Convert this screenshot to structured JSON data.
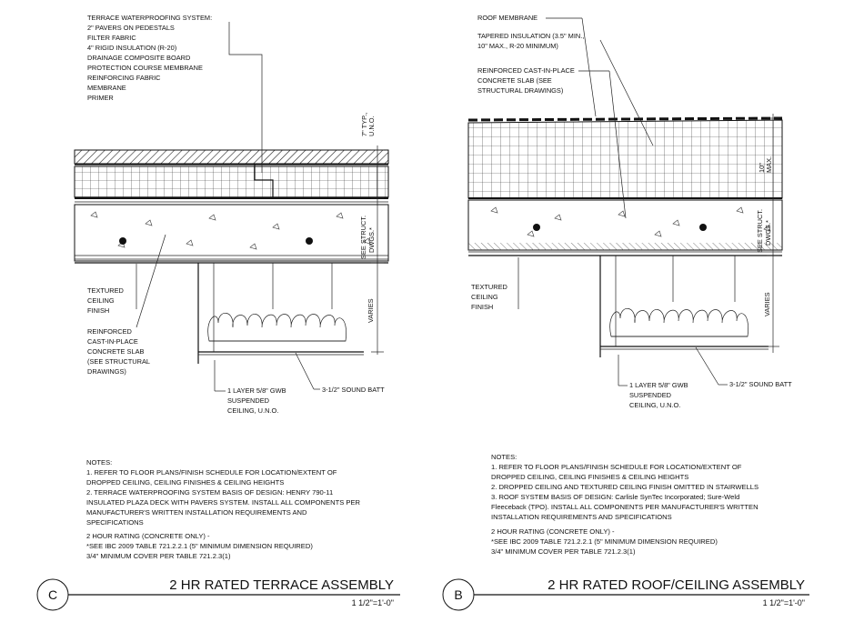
{
  "detail_c": {
    "terrace_labels": [
      "TERRACE WATERPROOFING SYSTEM:",
      "2\" PAVERS ON PEDESTALS",
      "FILTER FABRIC",
      "4\" RIGID INSULATION (R-20)",
      "DRAINAGE COMPOSITE BOARD",
      "PROTECTION COURSE MEMBRANE",
      "REINFORCING FABRIC",
      "MEMBRANE",
      "PRIMER"
    ],
    "dim_top": [
      "7\" TYP.,",
      "U.N.O."
    ],
    "dim_mid": [
      "SEE STRUCT.",
      "DWGS.*"
    ],
    "dim_bottom": "VARIES",
    "ceiling_finish": [
      "TEXTURED",
      "CEILING",
      "FINISH"
    ],
    "slab_label": [
      "REINFORCED",
      "CAST-IN-PLACE",
      "CONCRETE SLAB",
      "(SEE STRUCTURAL",
      "DRAWINGS)"
    ],
    "gwb_label": [
      "1 LAYER 5/8\" GWB",
      "SUSPENDED",
      "CEILING, U.N.O."
    ],
    "batt_label": "3-1/2\" SOUND BATT",
    "notes_title": "NOTES:",
    "notes": [
      "1.  REFER TO FLOOR PLANS/FINISH SCHEDULE FOR LOCATION/EXTENT OF",
      "DROPPED CEILING, CEILING FINISHES & CEILING HEIGHTS",
      "2.  TERRACE WATERPROOFING SYSTEM BASIS OF DESIGN: HENRY 790-11",
      "INSULATED PLAZA DECK WITH PAVERS SYSTEM.  INSTALL ALL COMPONENTS PER",
      "MANUFACTURER'S WRITTEN INSTALLATION REQUIREMENTS AND",
      "SPECIFICATIONS"
    ],
    "rating": [
      "2 HOUR RATING  (CONCRETE ONLY) -",
      "*SEE IBC 2009 TABLE 721.2.2.1 (5\" MINIMUM DIMENSION REQUIRED)",
      "3/4\" MINIMUM COVER PER TABLE 721.2.3(1)"
    ],
    "tag": "C",
    "title": "2 HR RATED TERRACE ASSEMBLY",
    "scale": "1 1/2\"=1'-0\""
  },
  "detail_b": {
    "roof_membrane": "ROOF MEMBRANE",
    "tapered": [
      "TAPERED INSULATION (3.5\" MIN.,",
      "10\" MAX., R-20 MINIMUM)"
    ],
    "slab_label": [
      "REINFORCED CAST-IN-PLACE",
      "CONCRETE SLAB (SEE",
      "STRUCTURAL DRAWINGS)"
    ],
    "dim_top": [
      "10\"",
      "MAX."
    ],
    "dim_mid": [
      "SEE STRUCT.",
      "DWGS.*"
    ],
    "dim_bottom": "VARIES",
    "ceiling_finish": [
      "TEXTURED",
      "CEILING",
      "FINISH"
    ],
    "gwb_label": [
      "1 LAYER 5/8\" GWB",
      "SUSPENDED",
      "CEILING, U.N.O."
    ],
    "batt_label": "3-1/2\" SOUND BATT",
    "notes_title": "NOTES:",
    "notes": [
      "1.  REFER TO FLOOR PLANS/FINISH SCHEDULE FOR LOCATION/EXTENT OF",
      "DROPPED CEILING, CEILING FINISHES & CEILING HEIGHTS",
      "2.  DROPPED CEILING AND TEXTURED CEILING FINISH OMITTED IN STAIRWELLS",
      "3.  ROOF SYSTEM BASIS OF DESIGN: Carlisle SynTec Incorporated; Sure-Weld",
      "Fleeceback (TPO).  INSTALL ALL COMPONENTS PER MANUFACTURER'S WRITTEN",
      "INSTALLATION REQUIREMENTS AND SPECIFICATIONS"
    ],
    "rating": [
      "2 HOUR RATING  (CONCRETE ONLY) -",
      "*SEE IBC 2009 TABLE 721.2.2.1 (5\" MINIMUM DIMENSION REQUIRED)",
      "3/4\" MINIMUM COVER PER TABLE 721.2.3(1)"
    ],
    "tag": "B",
    "title": "2 HR RATED ROOF/CEILING ASSEMBLY",
    "scale": "1 1/2\"=1'-0\""
  }
}
